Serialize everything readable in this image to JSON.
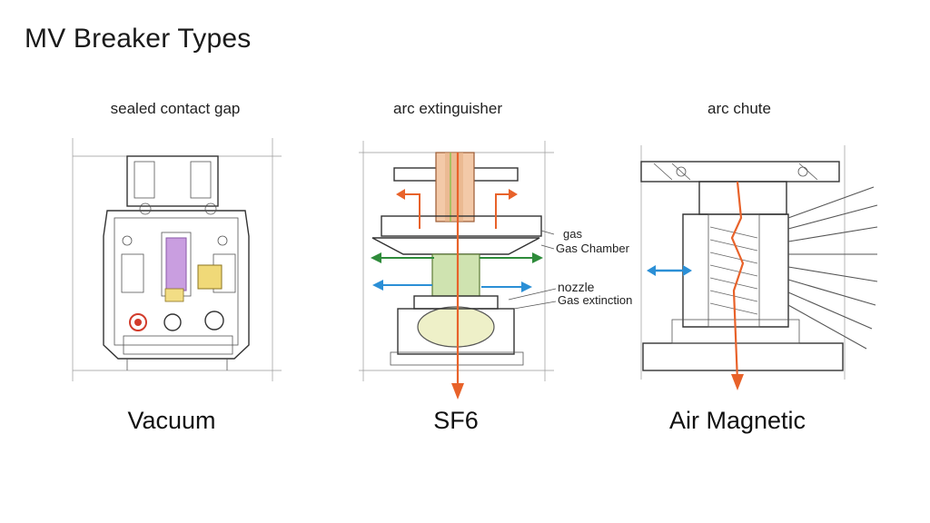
{
  "title": "MV Breaker Types",
  "panels": [
    {
      "name": "Vacuum",
      "caption": "sealed contact gap"
    },
    {
      "name": "SF6",
      "caption": "arc extinguisher",
      "annotations": {
        "gas": "gas",
        "gas_chamber": "Gas Chamber",
        "nozzle": "nozzle",
        "gas_extinction": "Gas extinction"
      }
    },
    {
      "name": "Air Magnetic",
      "caption": "arc chute"
    }
  ],
  "colors": {
    "arrow_orange": "#e8622a",
    "arrow_green": "#2e8b3a",
    "arrow_blue": "#2b8fd6",
    "purple": "#b57fd6",
    "yellow": "#e6c64a",
    "red": "#d23b2b"
  }
}
